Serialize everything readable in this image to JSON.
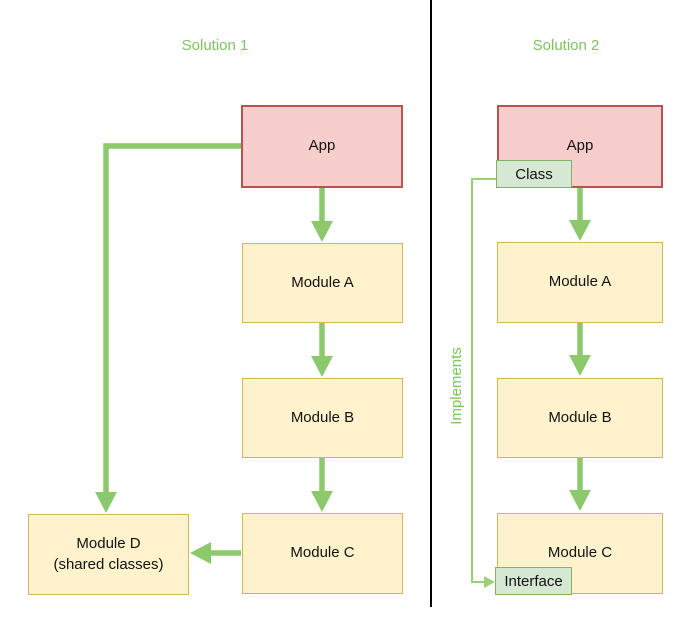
{
  "colors": {
    "app_fill": "#f8cecc",
    "app_stroke": "#b85450",
    "module_fill": "#fff2cc",
    "module_stroke": "#d6b656",
    "badge_fill": "#d5e8d4",
    "badge_stroke": "#82b366",
    "arrow_green": "#8cc96c",
    "thin_line_green": "#9bd077",
    "title_green": "#7cc45e",
    "divider": "#010101"
  },
  "solution1": {
    "title": "Solution 1",
    "nodes": {
      "app": "App",
      "module_a": "Module A",
      "module_b": "Module B",
      "module_c": "Module C",
      "module_d_line1": "Module D",
      "module_d_line2": "(shared classes)"
    },
    "edges": [
      "App -> Module A",
      "Module A -> Module B",
      "Module B -> Module C",
      "Module C -> Module D",
      "App -> Module D"
    ]
  },
  "solution2": {
    "title": "Solution 2",
    "nodes": {
      "app": "App",
      "module_a": "Module A",
      "module_b": "Module B",
      "module_c": "Module C"
    },
    "badges": {
      "class": "Class",
      "interface": "Interface"
    },
    "edge_label": "Implements",
    "edges": [
      "App -> Module A",
      "Module A -> Module B",
      "Module B -> Module C",
      "App.Class -(Implements)-> Module C.Interface"
    ]
  }
}
